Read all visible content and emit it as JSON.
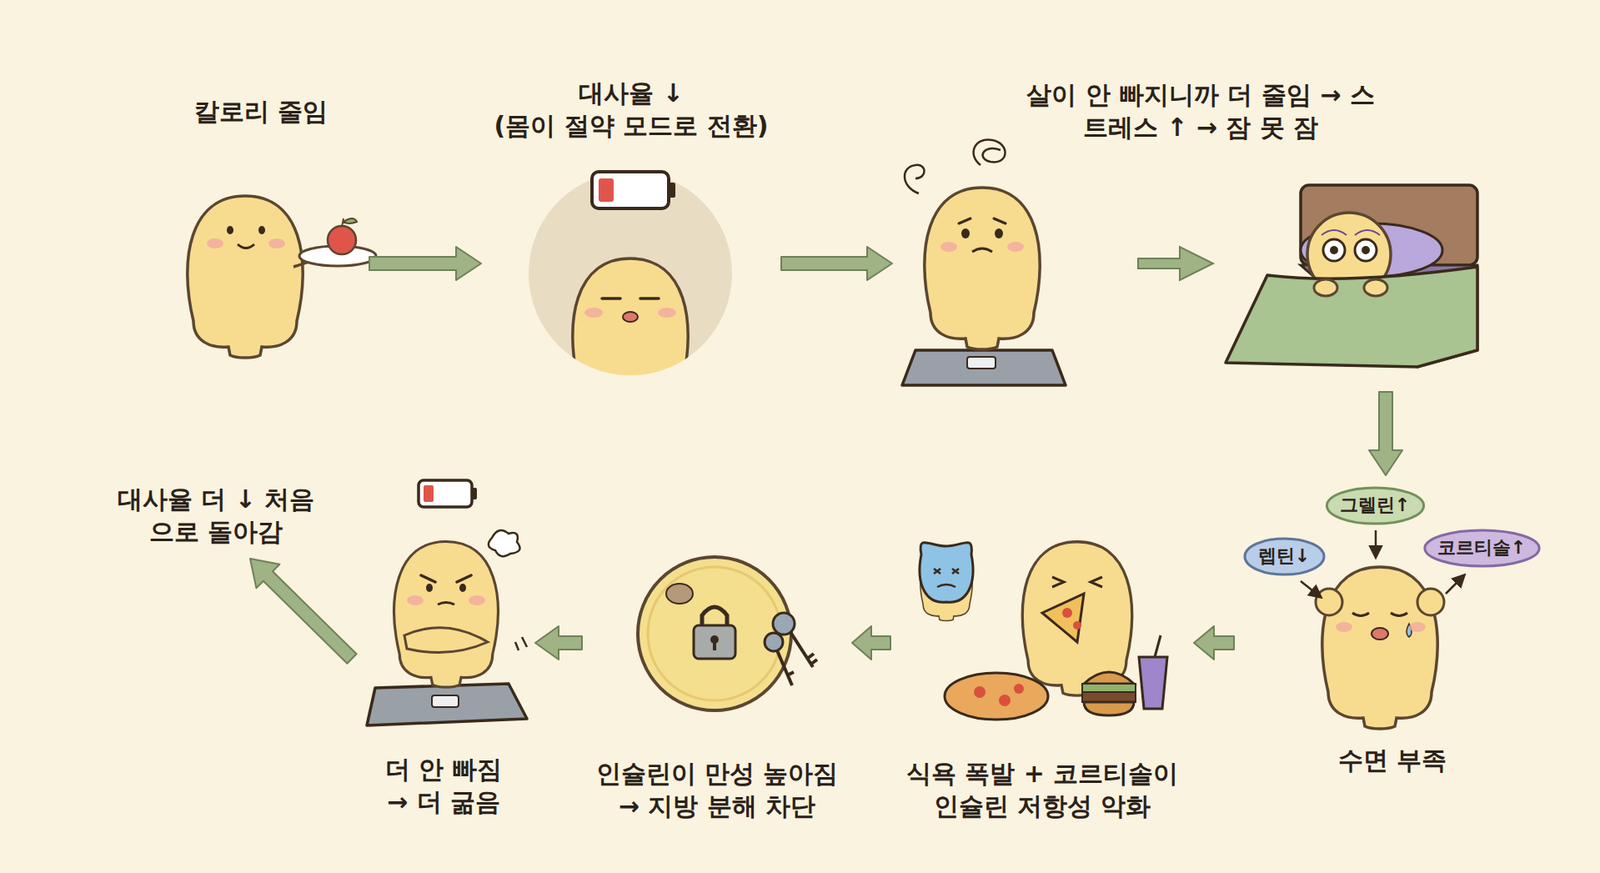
{
  "diagram": {
    "nodes": [
      {
        "text": [
          "칼로리 줄임"
        ]
      },
      {
        "text": [
          "대사율 ↓",
          "(몸이 절약 모드로 전환)"
        ]
      },
      {
        "text": [
          "살이 안 빠지니까 더 줄임 → 스트레스 ↑ → 잠 못 잠"
        ]
      },
      {
        "text": [
          "수면 부족"
        ]
      },
      {
        "text": [
          "렙틴↓"
        ],
        "in": 3
      },
      {
        "text": [
          "그렐린↑"
        ],
        "in": 3
      },
      {
        "text": [
          "코르티솔↑"
        ],
        "in": 3
      },
      {
        "text": [
          "식욕 폭발 + 코르티솔이 인슐린 저항성 악화"
        ]
      },
      {
        "text": [
          "인슐린이 만성 높아짐 → 지방 분해 차단"
        ]
      },
      {
        "text": [
          "더 안 빠짐 → 더 굶음"
        ]
      },
      {
        "text": [
          "대사율 더 ↓ 처음으로 돌아감"
        ]
      }
    ],
    "edges": [
      {
        "from": 0,
        "to": 1,
        "arrow": "to"
      },
      {
        "from": 1,
        "to": 2,
        "arrow": "to"
      },
      {
        "from": 2,
        "to": 3,
        "arrow": "to"
      },
      {
        "from": 3,
        "to": 7,
        "arrow": "to"
      },
      {
        "from": 7,
        "to": 8,
        "arrow": "to"
      },
      {
        "from": 8,
        "to": 9,
        "arrow": "to"
      },
      {
        "from": 9,
        "to": 10,
        "arrow": "to"
      }
    ]
  }
}
